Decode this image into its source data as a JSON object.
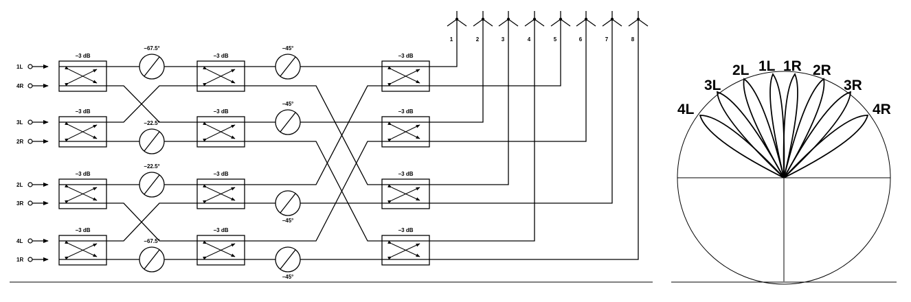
{
  "inputs": [
    "1L",
    "4R",
    "3L",
    "2R",
    "2L",
    "3R",
    "4L",
    "1R"
  ],
  "antennas": [
    "1",
    "2",
    "3",
    "4",
    "5",
    "6",
    "7",
    "8"
  ],
  "hybrid_label": "−3 dB",
  "phase_labels": {
    "s1_upper": "−67.5°",
    "s1_mid_a": "−22.5°",
    "s1_mid_b": "−22.5°",
    "s1_lower": "−67.5°",
    "s2_a": "−45°",
    "s2_b": "−45°",
    "s2_c": "−45°",
    "s2_d": "−45°"
  },
  "beams": [
    "4L",
    "3L",
    "2L",
    "1L",
    "1R",
    "2R",
    "3R",
    "4R"
  ]
}
